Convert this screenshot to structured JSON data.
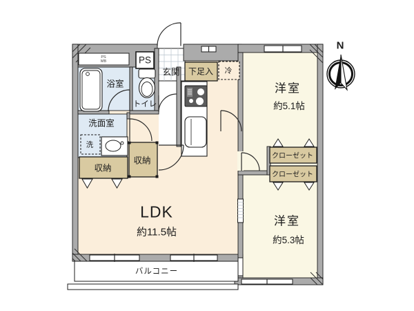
{
  "floor_plan": {
    "compass_label": "N",
    "utility": {
      "ps_small": "PS",
      "mb_small": "MB",
      "ps_box": "PS"
    },
    "entrance": {
      "genkan": "玄関",
      "shoe_storage": "下足入"
    },
    "kitchen": {
      "refrigerator": "冷"
    },
    "wet_area": {
      "bathroom": "浴室",
      "toilet": "トイレ",
      "washroom": "洗面室",
      "washing_machine": "洗"
    },
    "storage": {
      "storage_hall": "収納",
      "storage_wall": "収納",
      "closet_upper": "クローゼット",
      "closet_lower": "クローゼット"
    },
    "rooms": {
      "ldk": {
        "name": "LDK",
        "size": "約11.5帖"
      },
      "western_room_1": {
        "name": "洋室",
        "size": "約5.1帖"
      },
      "western_room_2": {
        "name": "洋室",
        "size": "約5.3帖"
      }
    },
    "balcony": {
      "label": "バルコニー"
    },
    "colors": {
      "wall-gray": "#ababab",
      "floor-cream": "#fbeedb",
      "floor-pale": "#faf7e4",
      "wet-blue": "#dfeaf4",
      "storage-tan": "#d9caa1"
    }
  }
}
